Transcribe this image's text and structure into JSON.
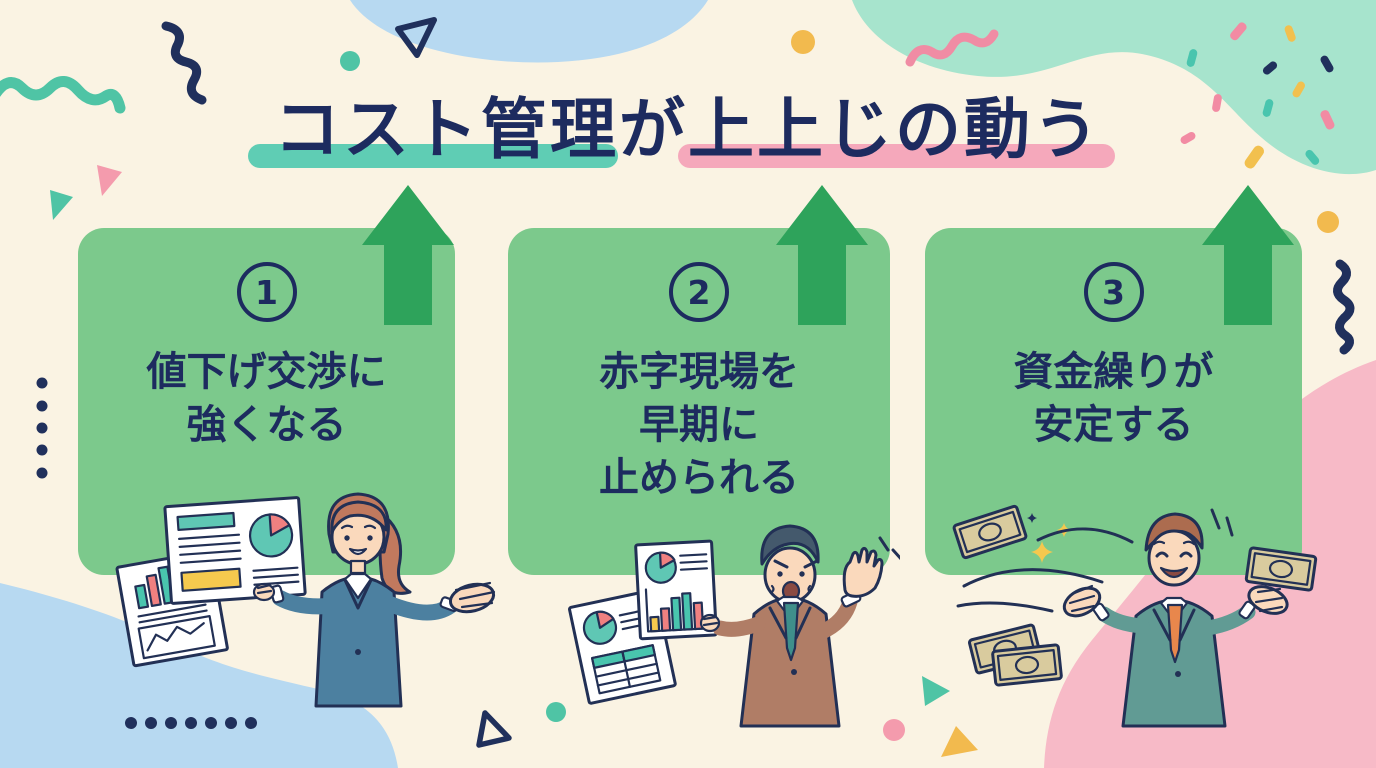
{
  "page": {
    "title": "コスト管理が上上じの動う"
  },
  "header": {
    "title": "コスト管理が上上じの動う",
    "underlines": [
      {
        "name": "teal-underline",
        "color": "#5FCDB4"
      },
      {
        "name": "pink-underline",
        "color": "#F5A8BB"
      }
    ]
  },
  "cards": [
    {
      "number": "1",
      "lines": [
        "値下げ交渉に",
        "強くなる"
      ]
    },
    {
      "number": "2",
      "lines": [
        "赤字現場を",
        "早期に",
        "止められる"
      ]
    },
    {
      "number": "3",
      "lines": [
        "資金繰りが",
        "安定する"
      ]
    }
  ],
  "palette": {
    "background": "#FAF3E3",
    "card_green": "#7CC98C",
    "arrow_green": "#2EA35B",
    "text_navy": "#1D2B5F",
    "accent_teal": "#4FC4A5",
    "accent_pink": "#F49BAD",
    "accent_yellow": "#F2BA4E",
    "blob_light_blue": "#B7D9F1",
    "blob_mint": "#A7E4CD",
    "blob_pink": "#F7BAC7"
  },
  "illustrations": [
    {
      "name": "woman-presenting-charts-illustration"
    },
    {
      "name": "man-stop-gesture-illustration"
    },
    {
      "name": "man-happy-banknotes-illustration"
    }
  ],
  "decorative_icons": [
    "teal-squiggle-icon",
    "navy-zigzag-icon",
    "pink-squiggle-icon",
    "navy-squiggle-icon",
    "confetti-icon",
    "sparkle-icon",
    "dot-column",
    "dot-row",
    "triangle-icon",
    "up-arrow-icon",
    "blob-shape"
  ]
}
